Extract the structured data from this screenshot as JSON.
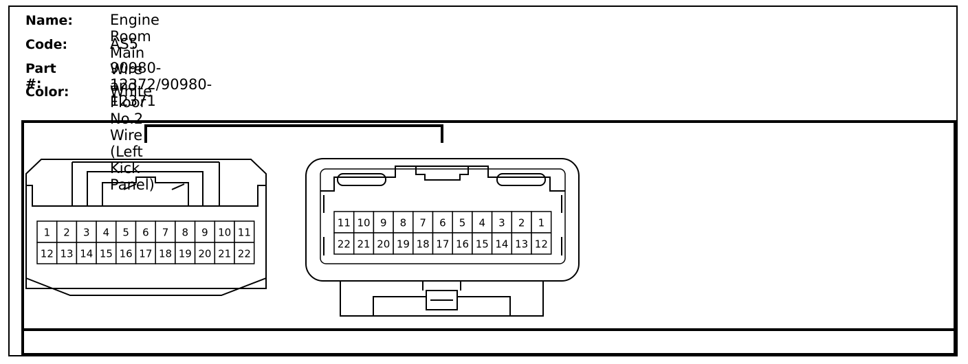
{
  "header": {
    "name_label": "Name:",
    "name_value": "Engine Room Main Wire and Floor No.2 Wire (Left Kick Panel)",
    "code_label": "Code:",
    "code_value": "AS5",
    "part_label": "Part #:",
    "part_value": "90980-12372/90980-12371",
    "color_label": "Color:",
    "color_value": "White"
  },
  "connector_left": {
    "row1": [
      "1",
      "2",
      "3",
      "4",
      "5",
      "6",
      "7",
      "8",
      "9",
      "10",
      "11"
    ],
    "row2": [
      "12",
      "13",
      "14",
      "15",
      "16",
      "17",
      "18",
      "19",
      "20",
      "21",
      "22"
    ]
  },
  "connector_right": {
    "row1": [
      "11",
      "10",
      "9",
      "8",
      "7",
      "6",
      "5",
      "4",
      "3",
      "2",
      "1"
    ],
    "row2": [
      "22",
      "21",
      "20",
      "19",
      "18",
      "17",
      "16",
      "15",
      "14",
      "13",
      "12"
    ]
  }
}
